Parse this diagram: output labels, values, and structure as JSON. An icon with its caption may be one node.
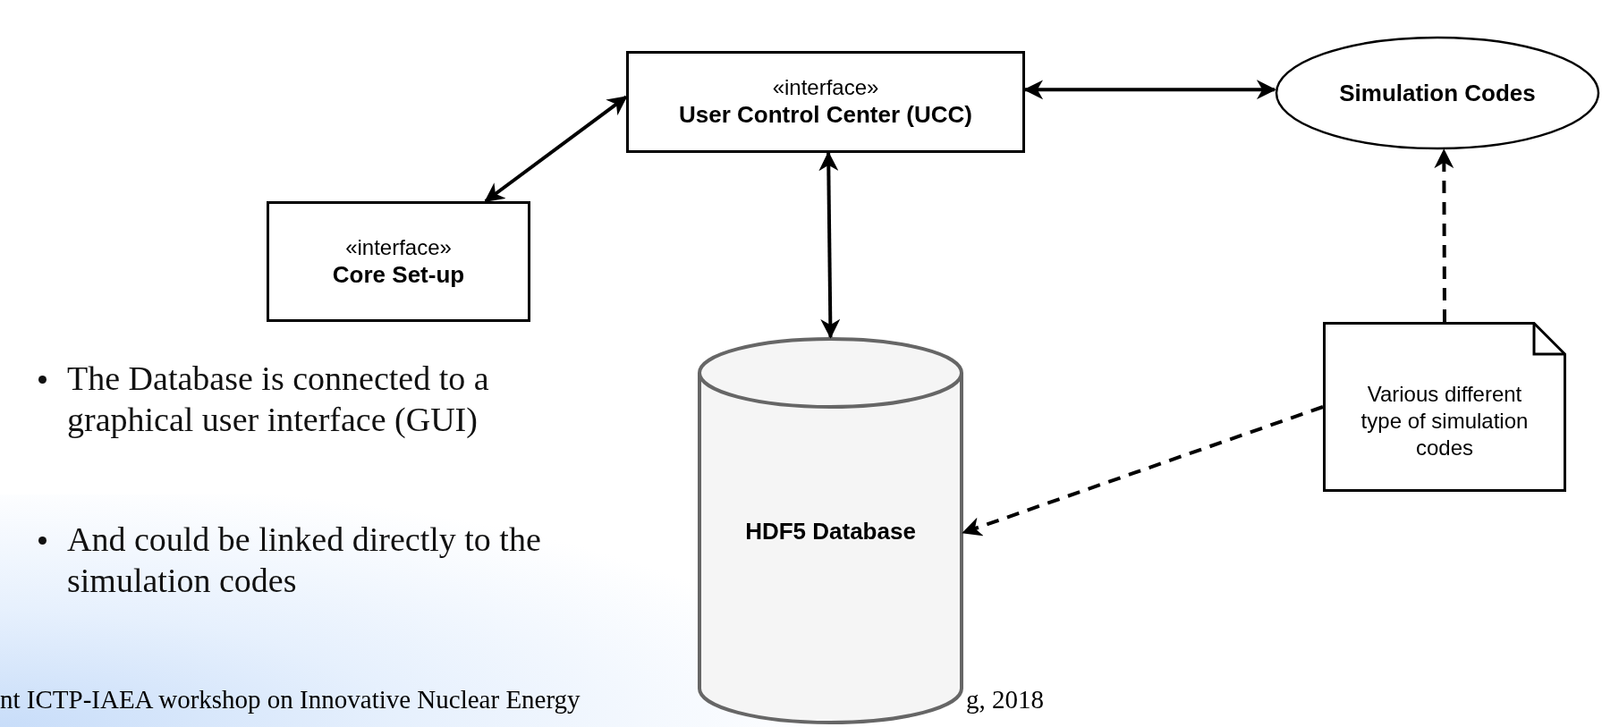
{
  "diagram": {
    "nodes": [
      {
        "text": [
          "«interface»",
          "User Control Center (UCC)"
        ]
      },
      {
        "text": [
          "Simulation Codes"
        ]
      },
      {
        "text": [
          "«interface»",
          "Core Set-up"
        ]
      },
      {
        "text": [
          "HDF5 Database"
        ]
      },
      {
        "text": [
          "Various different type of simulation codes"
        ]
      }
    ],
    "edges": [
      {
        "from": 2,
        "to": 0,
        "arrow": "both"
      },
      {
        "from": 0,
        "to": 1,
        "arrow": "both"
      },
      {
        "from": 0,
        "to": 3,
        "arrow": "both"
      },
      {
        "from": 4,
        "to": 1,
        "arrow": "to",
        "style": "dashed"
      },
      {
        "from": 4,
        "to": 3,
        "arrow": "to",
        "style": "dashed"
      }
    ],
    "labels": [
      "The Database is connected to a graphical user interface (GUI)",
      "And could be linked directly to the simulation codes",
      "nt ICTP-IAEA workshop on Innovative Nuclear Energy",
      "g, 2018"
    ]
  }
}
